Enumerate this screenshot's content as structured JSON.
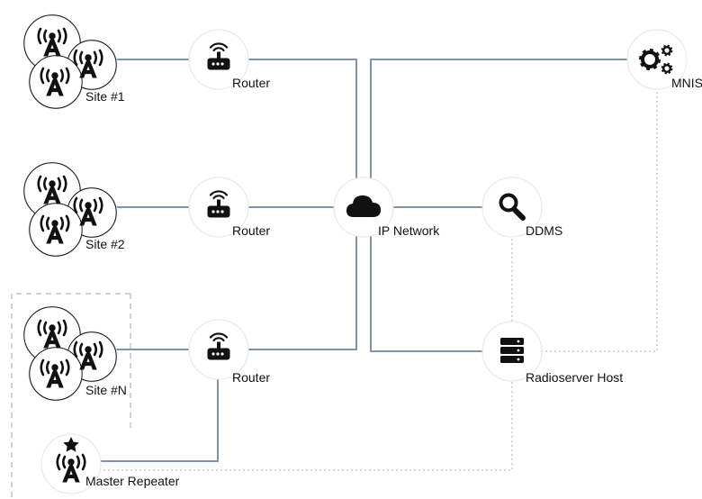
{
  "colors": {
    "link": "#7d96ad",
    "dotted": "#c8c8c8",
    "frame": "#c4c4c4",
    "icon": "#111111",
    "node_bg": "#ffffff",
    "node_border": "#e6e6e6"
  },
  "nodes": {
    "site1": {
      "label": "Site #1",
      "icon": "antenna-cluster-icon"
    },
    "site2": {
      "label": "Site #2",
      "icon": "antenna-cluster-icon"
    },
    "siteN": {
      "label": "Site #N",
      "icon": "antenna-cluster-icon"
    },
    "router1": {
      "label": "Router",
      "icon": "router-icon"
    },
    "router2": {
      "label": "Router",
      "icon": "router-icon"
    },
    "router3": {
      "label": "Router",
      "icon": "router-icon"
    },
    "ip_network": {
      "label": "IP Network",
      "icon": "cloud-icon"
    },
    "ddms": {
      "label": "DDMS",
      "icon": "magnifier-icon"
    },
    "mnis": {
      "label": "MNIS",
      "icon": "gears-icon"
    },
    "radioserver": {
      "label": "Radioserver Host",
      "icon": "server-icon"
    },
    "master_repeater": {
      "label": "Master Repeater",
      "icon": "starred-antenna-icon"
    }
  }
}
